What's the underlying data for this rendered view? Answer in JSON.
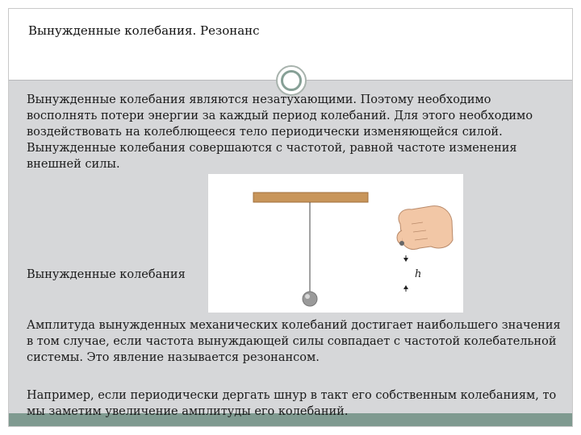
{
  "slide": {
    "title": "Вынужденные колебания. Резонанс",
    "paragraph1": "Вынужденные колебания являются незатухающими. Поэтому необходимо восполнять потери энергии за каждый период колебаний. Для этого необходимо воздействовать на колеблющееся тело периодически изменяющейся силой. Вынужденные колебания совершаются с частотой, равной частоте изменения внешней силы.",
    "subheading": "Вынужденные колебания",
    "paragraph2": "Амплитуда вынужденных механических колебаний достигает наибольшего значения в том случае, если частота вынуждающей силы совпадает с частотой колебательной системы. Это явление называется резонансом.",
    "paragraph3": "Например, если периодически дергать шнур в такт его собственным колебаниям, то мы заметим увеличение амплитуды его колебаний."
  },
  "figure": {
    "h_label": "h",
    "colors": {
      "bar": "#c8955a",
      "ball": "#9a9a9a",
      "hand": "#f2c7a6"
    }
  },
  "theme": {
    "content_bg": "#d6d7d9",
    "accent": "#7f9a90"
  }
}
